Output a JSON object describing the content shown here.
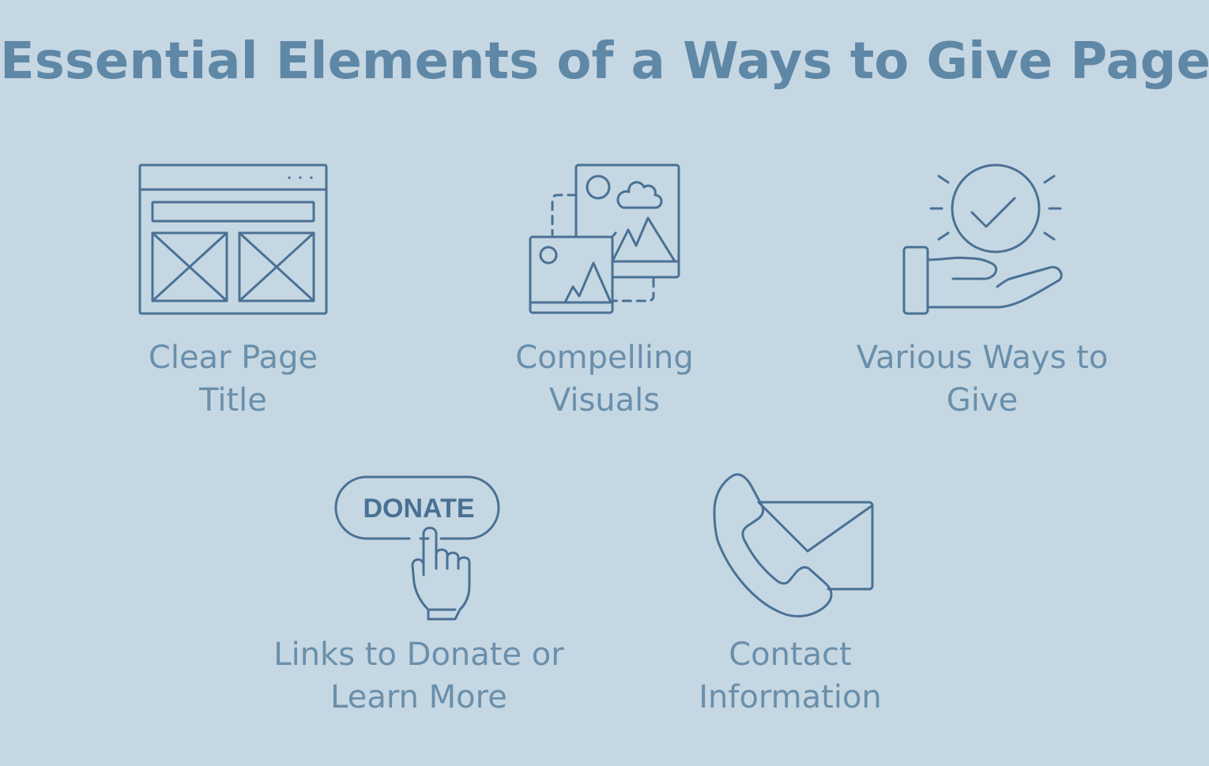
{
  "title": "Essential Elements of a Ways to Give Page",
  "colors": {
    "background": "#c5d7e3",
    "title": "#5f87a6",
    "label": "#6a8fab",
    "icon_stroke": "#4a7194"
  },
  "items": [
    {
      "icon": "browser-window-icon",
      "line1": "Clear Page",
      "line2": "Title"
    },
    {
      "icon": "images-icon",
      "line1": "Compelling",
      "line2": "Visuals"
    },
    {
      "icon": "hand-checkmark-icon",
      "line1": "Various Ways to",
      "line2": "Give"
    },
    {
      "icon": "donate-button-icon",
      "line1": "Links to Donate or",
      "line2": "Learn More",
      "button_text": "DONATE"
    },
    {
      "icon": "phone-envelope-icon",
      "line1": "Contact",
      "line2": "Information"
    }
  ]
}
